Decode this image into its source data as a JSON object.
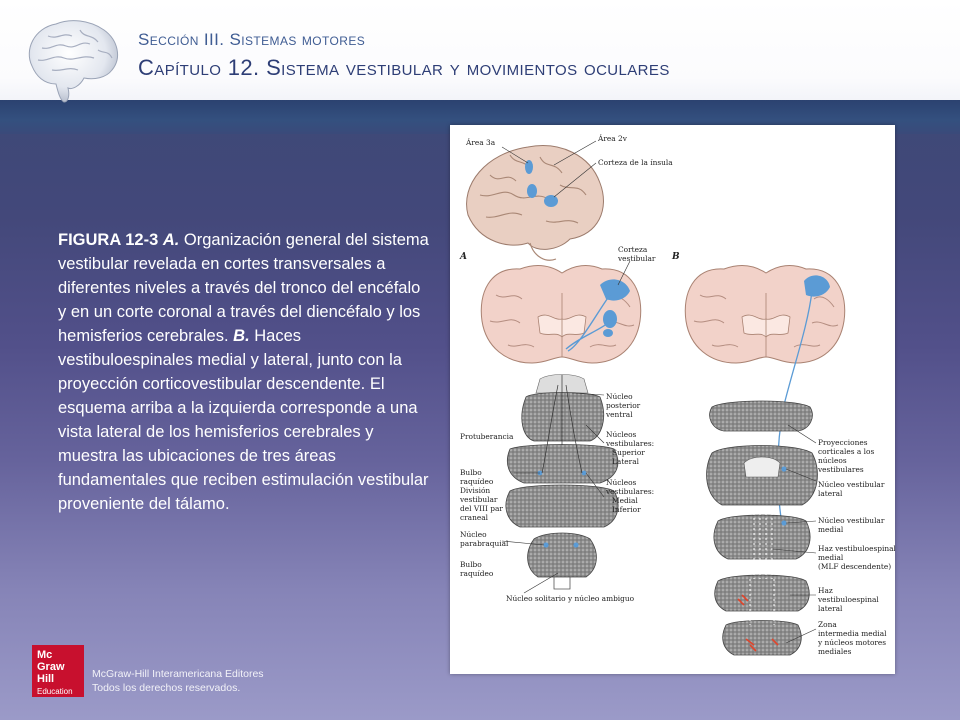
{
  "header": {
    "section": "Sección III. Sistemas motores",
    "chapter": "Capítulo 12.  Sistema vestibular y movimientos oculares"
  },
  "caption": {
    "lead": "FIGURA 12-3",
    "part_a_letter": "A.",
    "part_a_text": " Organización general del sistema vestibular revelada en cortes transversales a diferentes niveles a través del tronco del encéfalo y en un corte coronal a través del diencéfalo y los hemisferios cerebrales. ",
    "part_b_letter": "B.",
    "part_b_text": " Haces vestibuloespinales medial y lateral, junto con la proyección corticovestibular descendente. El esquema arriba a la izquierda corresponde a una vista lateral de los hemisferios cerebrales y muestra las ubicaciones de tres áreas fundamentales que reciben estimulación vestibular proveniente del tálamo."
  },
  "figure": {
    "panel_a": "A",
    "panel_b": "B",
    "labels": {
      "area3a": "Área 3a",
      "area2v": "Área 2v",
      "insula": "Corteza de la ínsula",
      "corteza_vest_1": "Corteza",
      "corteza_vest_2": "vestibular",
      "nucleo_post_1": "Núcleo",
      "nucleo_post_2": "posterior",
      "nucleo_post_3": "ventral",
      "protuberancia": "Protuberancia",
      "nuc_vest_1": "Núcleos",
      "nuc_vest_2": "vestibulares:",
      "nuc_vest_3": "Superior",
      "nuc_vest_4": "Lateral",
      "bulbo_div_1": "Bulbo",
      "bulbo_div_2": "raquídeo",
      "bulbo_div_3": "División",
      "bulbo_div_4": "vestibular",
      "bulbo_div_5": "del VIII par",
      "bulbo_div_6": "craneal",
      "nuc_vest2_1": "Núcleos",
      "nuc_vest2_2": "vestibulares:",
      "nuc_vest2_3": "Medial",
      "nuc_vest2_4": "Inferior",
      "parabraquial_1": "Núcleo",
      "parabraquial_2": "parabraquial",
      "bulbo_1": "Bulbo",
      "bulbo_2": "raquídeo",
      "solitario": "Núcleo solitario y núcleo ambiguo",
      "proy_1": "Proyecciones",
      "proy_2": "corticales a los",
      "proy_3": "núcleos",
      "proy_4": "vestibulares",
      "nvl_1": "Núcleo vestibular",
      "nvl_2": "lateral",
      "nvm_1": "Núcleo vestibular",
      "nvm_2": "medial",
      "hvm_1": "Haz vestibuloespinal",
      "hvm_2": "medial",
      "hvm_3": "(MLF descendente)",
      "hvl_1": "Haz",
      "hvl_2": "vestibuloespinal",
      "hvl_3": "lateral",
      "zona_1": "Zona",
      "zona_2": "intermedia medial",
      "zona_3": "y núcleos motores",
      "zona_4": "mediales"
    }
  },
  "footer": {
    "logo_line1": "Mc",
    "logo_line2": "Graw",
    "logo_line3": "Hill",
    "logo_line4": "Education",
    "publisher": "McGraw-Hill Interamericana Editores",
    "rights": "Todos los derechos reservados."
  },
  "colors": {
    "accent_title": "#3f5c93",
    "chapter_title": "#2e3e76",
    "vestibular_blue": "#5b9bd5",
    "logo_red": "#c8102e"
  }
}
